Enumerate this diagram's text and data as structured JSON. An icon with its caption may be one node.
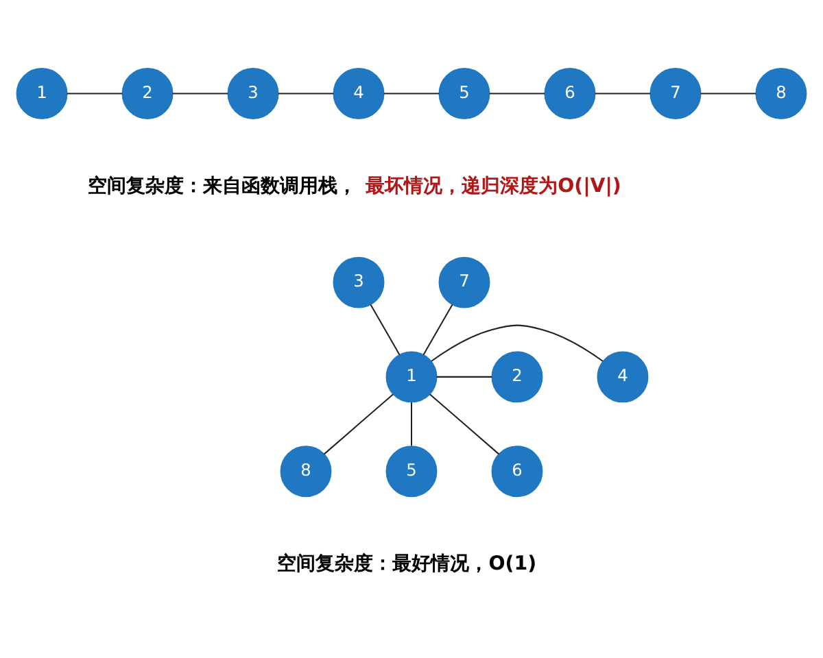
{
  "diagram": {
    "nodes": [
      {
        "text": [
          "1"
        ]
      },
      {
        "text": [
          "2"
        ]
      },
      {
        "text": [
          "3"
        ]
      },
      {
        "text": [
          "4"
        ]
      },
      {
        "text": [
          "5"
        ]
      },
      {
        "text": [
          "6"
        ]
      },
      {
        "text": [
          "7"
        ]
      },
      {
        "text": [
          "8"
        ]
      },
      {
        "text": [
          "3"
        ]
      },
      {
        "text": [
          "7"
        ]
      },
      {
        "text": [
          "4"
        ]
      },
      {
        "text": [
          "1"
        ]
      },
      {
        "text": [
          "2"
        ]
      },
      {
        "text": [
          "8"
        ]
      },
      {
        "text": [
          "5"
        ]
      },
      {
        "text": [
          "6"
        ]
      }
    ],
    "edges": [
      {
        "from": 0,
        "to": 1,
        "arrow": "none"
      },
      {
        "from": 1,
        "to": 2,
        "arrow": "none"
      },
      {
        "from": 2,
        "to": 3,
        "arrow": "none"
      },
      {
        "from": 3,
        "to": 4,
        "arrow": "none"
      },
      {
        "from": 4,
        "to": 5,
        "arrow": "none"
      },
      {
        "from": 5,
        "to": 6,
        "arrow": "none"
      },
      {
        "from": 6,
        "to": 7,
        "arrow": "none"
      },
      {
        "from": 11,
        "to": 8,
        "arrow": "none"
      },
      {
        "from": 11,
        "to": 9,
        "arrow": "none"
      },
      {
        "from": 11,
        "to": 10,
        "arrow": "none"
      },
      {
        "from": 11,
        "to": 12,
        "arrow": "none"
      },
      {
        "from": 11,
        "to": 13,
        "arrow": "none"
      },
      {
        "from": 11,
        "to": 14,
        "arrow": "none"
      },
      {
        "from": 11,
        "to": 15,
        "arrow": "none"
      }
    ],
    "labels": [
      "空间复杂度：来自函数调用栈，**最坏情况，递归深度为O(|V|)**",
      "空间复杂度：最好情况，O(1)"
    ]
  }
}
